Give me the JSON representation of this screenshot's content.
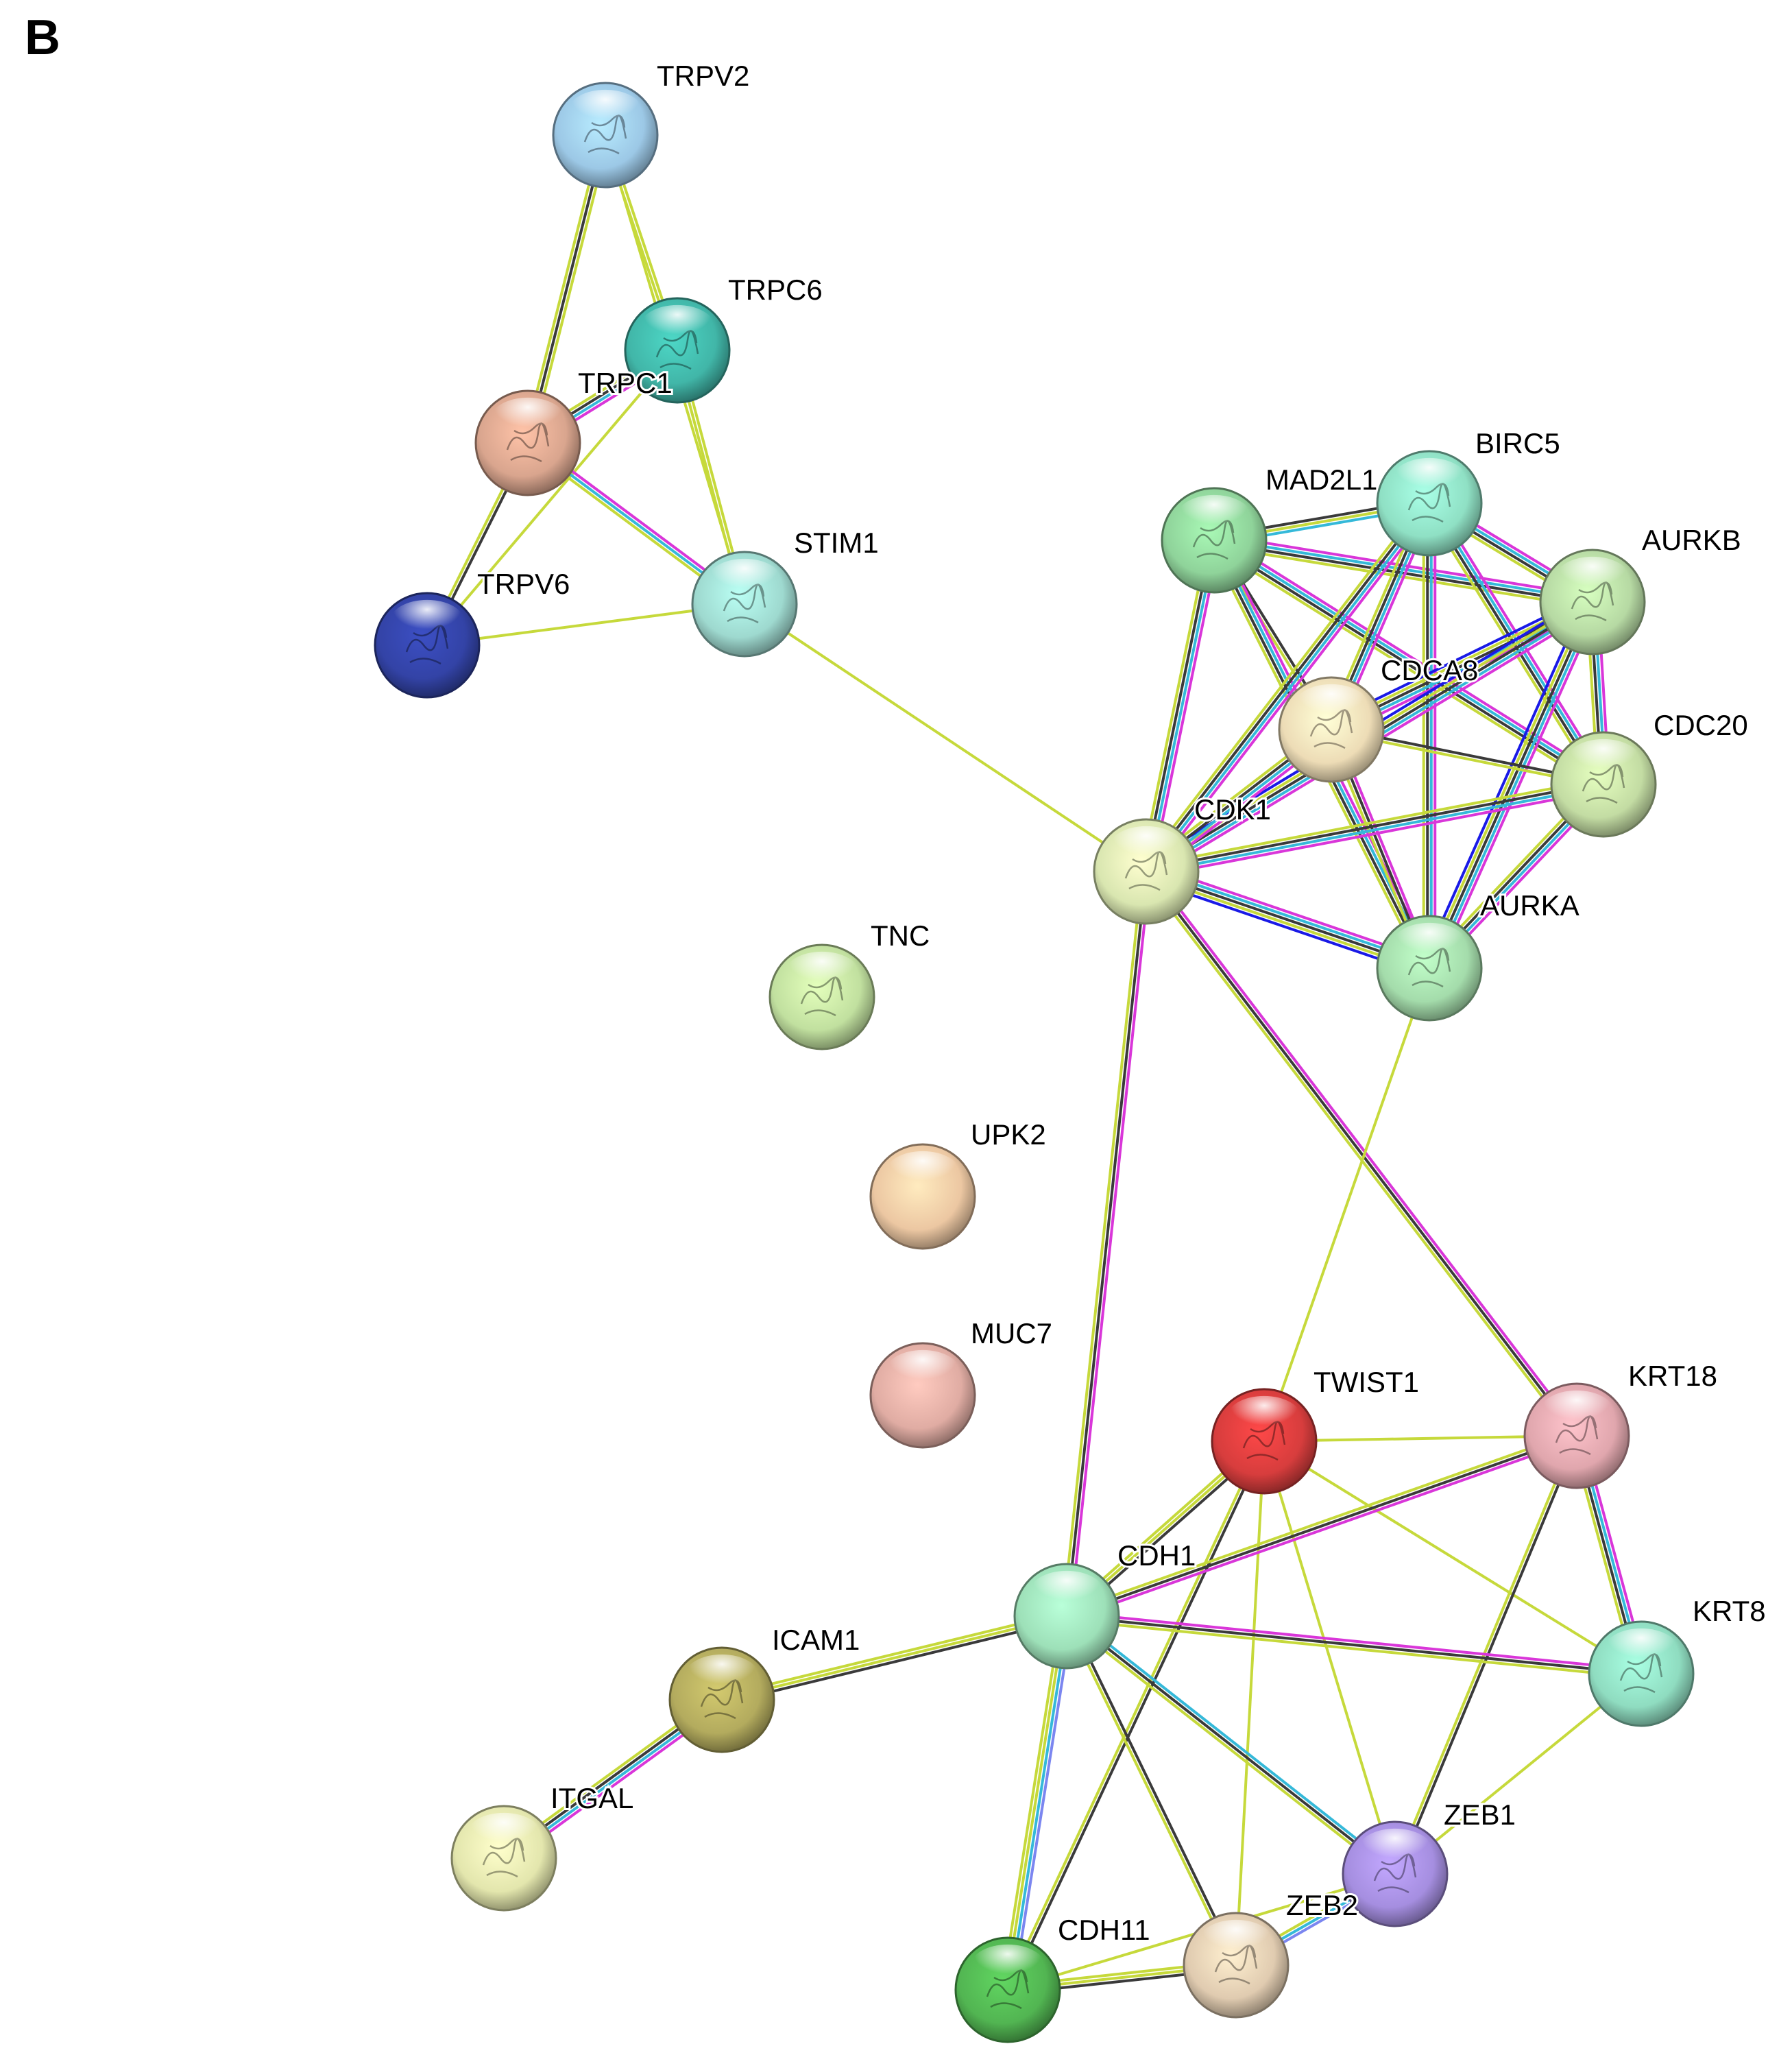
{
  "panel_letter": "B",
  "edge_colors": {
    "textmining": "#c6d93b",
    "coexpression": "#3a3a3a",
    "experiments": "#d936d9",
    "databases": "#35b9d9",
    "homology": "#7b86f0",
    "cooccurrence": "#1a1ae6"
  },
  "nodes": [
    {
      "id": "TRPV2",
      "label": "TRPV2",
      "color": "#9cc8e6",
      "structure": true
    },
    {
      "id": "TRPC6",
      "label": "TRPC6",
      "color": "#41b6a8",
      "structure": true
    },
    {
      "id": "TRPC1",
      "label": "TRPC1",
      "color": "#d9a58e",
      "structure": true
    },
    {
      "id": "TRPV6",
      "label": "TRPV6",
      "color": "#3343a6",
      "structure": true
    },
    {
      "id": "STIM1",
      "label": "STIM1",
      "color": "#9ed9cf",
      "structure": true
    },
    {
      "id": "MAD2L1",
      "label": "MAD2L1",
      "color": "#8fd39a",
      "structure": true
    },
    {
      "id": "BIRC5",
      "label": "BIRC5",
      "color": "#8fe0c4",
      "structure": true
    },
    {
      "id": "AURKB",
      "label": "AURKB",
      "color": "#b6d9a3",
      "structure": true
    },
    {
      "id": "CDCA8",
      "label": "CDCA8",
      "color": "#eddcb6",
      "structure": true
    },
    {
      "id": "CDC20",
      "label": "CDC20",
      "color": "#c3dca3",
      "structure": true
    },
    {
      "id": "CDK1",
      "label": "CDK1",
      "color": "#d9e6b0",
      "structure": true
    },
    {
      "id": "AURKA",
      "label": "AURKA",
      "color": "#a4dcab",
      "structure": true
    },
    {
      "id": "TNC",
      "label": "TNC",
      "color": "#c1e09f",
      "structure": true
    },
    {
      "id": "UPK2",
      "label": "UPK2",
      "color": "#ecc7a2",
      "structure": false
    },
    {
      "id": "MUC7",
      "label": "MUC7",
      "color": "#e0aca3",
      "structure": false
    },
    {
      "id": "TWIST1",
      "label": "TWIST1",
      "color": "#d73d3d",
      "structure": true
    },
    {
      "id": "KRT18",
      "label": "KRT18",
      "color": "#e0a6ad",
      "structure": true
    },
    {
      "id": "CDH1",
      "label": "CDH1",
      "color": "#9de0b8",
      "structure": false
    },
    {
      "id": "KRT8",
      "label": "KRT8",
      "color": "#8fdcc0",
      "structure": true
    },
    {
      "id": "ICAM1",
      "label": "ICAM1",
      "color": "#b3ab5e",
      "structure": true
    },
    {
      "id": "ITGAL",
      "label": "ITGAL",
      "color": "#e3e6ad",
      "structure": true
    },
    {
      "id": "ZEB1",
      "label": "ZEB1",
      "color": "#a58ee0",
      "structure": true
    },
    {
      "id": "ZEB2",
      "label": "ZEB2",
      "color": "#e0cbb0",
      "structure": true
    },
    {
      "id": "CDH11",
      "label": "CDH11",
      "color": "#52b552",
      "structure": true
    }
  ],
  "edges": [
    {
      "source": "TRPV2",
      "target": "TRPC1",
      "types": [
        "textmining",
        "coexpression",
        "textmining"
      ]
    },
    {
      "source": "TRPV2",
      "target": "TRPC6",
      "types": [
        "textmining",
        "textmining"
      ]
    },
    {
      "source": "TRPV2",
      "target": "STIM1",
      "types": [
        "textmining"
      ]
    },
    {
      "source": "TRPC6",
      "target": "TRPC1",
      "types": [
        "experiments",
        "databases",
        "coexpression",
        "textmining"
      ]
    },
    {
      "source": "TRPC6",
      "target": "STIM1",
      "types": [
        "textmining",
        "textmining"
      ]
    },
    {
      "source": "TRPC6",
      "target": "TRPV6",
      "types": [
        "textmining"
      ]
    },
    {
      "source": "TRPC1",
      "target": "TRPV6",
      "types": [
        "coexpression",
        "textmining"
      ]
    },
    {
      "source": "TRPC1",
      "target": "STIM1",
      "types": [
        "experiments",
        "databases",
        "textmining"
      ]
    },
    {
      "source": "TRPV6",
      "target": "STIM1",
      "types": [
        "textmining"
      ]
    },
    {
      "source": "STIM1",
      "target": "CDK1",
      "types": [
        "textmining"
      ]
    },
    {
      "source": "MAD2L1",
      "target": "BIRC5",
      "types": [
        "coexpression",
        "textmining",
        "databases"
      ]
    },
    {
      "source": "MAD2L1",
      "target": "AURKB",
      "types": [
        "experiments",
        "databases",
        "coexpression",
        "textmining"
      ]
    },
    {
      "source": "MAD2L1",
      "target": "CDCA8",
      "types": [
        "coexpression",
        "textmining"
      ]
    },
    {
      "source": "MAD2L1",
      "target": "CDC20",
      "types": [
        "experiments",
        "databases",
        "coexpression",
        "textmining"
      ]
    },
    {
      "source": "MAD2L1",
      "target": "CDK1",
      "types": [
        "experiments",
        "databases",
        "coexpression",
        "textmining"
      ]
    },
    {
      "source": "MAD2L1",
      "target": "AURKA",
      "types": [
        "experiments",
        "databases",
        "coexpression",
        "textmining"
      ]
    },
    {
      "source": "BIRC5",
      "target": "AURKB",
      "types": [
        "experiments",
        "databases",
        "coexpression",
        "textmining"
      ]
    },
    {
      "source": "BIRC5",
      "target": "CDCA8",
      "types": [
        "experiments",
        "databases",
        "coexpression",
        "textmining"
      ]
    },
    {
      "source": "BIRC5",
      "target": "CDC20",
      "types": [
        "experiments",
        "databases",
        "coexpression",
        "textmining"
      ]
    },
    {
      "source": "BIRC5",
      "target": "CDK1",
      "types": [
        "experiments",
        "databases",
        "coexpression",
        "textmining"
      ]
    },
    {
      "source": "BIRC5",
      "target": "AURKA",
      "types": [
        "experiments",
        "databases",
        "coexpression",
        "textmining"
      ]
    },
    {
      "source": "AURKB",
      "target": "CDCA8",
      "types": [
        "experiments",
        "databases",
        "coexpression",
        "textmining",
        "cooccurrence"
      ]
    },
    {
      "source": "AURKB",
      "target": "CDC20",
      "types": [
        "experiments",
        "databases",
        "coexpression",
        "textmining"
      ]
    },
    {
      "source": "AURKB",
      "target": "CDK1",
      "types": [
        "experiments",
        "databases",
        "coexpression",
        "textmining",
        "cooccurrence"
      ]
    },
    {
      "source": "AURKB",
      "target": "AURKA",
      "types": [
        "experiments",
        "databases",
        "coexpression",
        "textmining",
        "cooccurrence"
      ]
    },
    {
      "source": "CDCA8",
      "target": "CDC20",
      "types": [
        "coexpression",
        "textmining"
      ]
    },
    {
      "source": "CDCA8",
      "target": "CDK1",
      "types": [
        "experiments",
        "databases",
        "coexpression",
        "textmining"
      ]
    },
    {
      "source": "CDCA8",
      "target": "AURKA",
      "types": [
        "experiments",
        "coexpression",
        "textmining"
      ]
    },
    {
      "source": "CDC20",
      "target": "CDK1",
      "types": [
        "experiments",
        "databases",
        "coexpression",
        "textmining"
      ]
    },
    {
      "source": "CDC20",
      "target": "AURKA",
      "types": [
        "experiments",
        "databases",
        "coexpression",
        "textmining"
      ]
    },
    {
      "source": "CDK1",
      "target": "AURKA",
      "types": [
        "experiments",
        "databases",
        "coexpression",
        "textmining",
        "cooccurrence"
      ]
    },
    {
      "source": "CDK1",
      "target": "CDH1",
      "types": [
        "experiments",
        "coexpression",
        "textmining"
      ]
    },
    {
      "source": "CDK1",
      "target": "KRT18",
      "types": [
        "experiments",
        "coexpression",
        "textmining"
      ]
    },
    {
      "source": "AURKA",
      "target": "TWIST1",
      "types": [
        "textmining"
      ]
    },
    {
      "source": "TWIST1",
      "target": "KRT18",
      "types": [
        "textmining"
      ]
    },
    {
      "source": "TWIST1",
      "target": "CDH1",
      "types": [
        "coexpression",
        "textmining",
        "textmining"
      ]
    },
    {
      "source": "TWIST1",
      "target": "KRT8",
      "types": [
        "textmining"
      ]
    },
    {
      "source": "TWIST1",
      "target": "ZEB1",
      "types": [
        "textmining"
      ]
    },
    {
      "source": "TWIST1",
      "target": "ZEB2",
      "types": [
        "textmining"
      ]
    },
    {
      "source": "TWIST1",
      "target": "CDH11",
      "types": [
        "coexpression",
        "textmining"
      ]
    },
    {
      "source": "KRT18",
      "target": "CDH1",
      "types": [
        "experiments",
        "coexpression",
        "textmining"
      ]
    },
    {
      "source": "KRT18",
      "target": "KRT8",
      "types": [
        "experiments",
        "databases",
        "coexpression",
        "textmining"
      ]
    },
    {
      "source": "KRT18",
      "target": "ZEB1",
      "types": [
        "coexpression",
        "textmining"
      ]
    },
    {
      "source": "CDH1",
      "target": "KRT8",
      "types": [
        "experiments",
        "coexpression",
        "textmining"
      ]
    },
    {
      "source": "CDH1",
      "target": "ZEB1",
      "types": [
        "databases",
        "coexpression",
        "textmining"
      ]
    },
    {
      "source": "CDH1",
      "target": "ZEB2",
      "types": [
        "coexpression",
        "textmining"
      ]
    },
    {
      "source": "CDH1",
      "target": "CDH11",
      "types": [
        "homology",
        "databases",
        "textmining",
        "textmining"
      ]
    },
    {
      "source": "CDH1",
      "target": "ICAM1",
      "types": [
        "coexpression",
        "textmining",
        "textmining"
      ]
    },
    {
      "source": "KRT8",
      "target": "ZEB1",
      "types": [
        "textmining"
      ]
    },
    {
      "source": "ICAM1",
      "target": "ITGAL",
      "types": [
        "experiments",
        "databases",
        "coexpression",
        "textmining"
      ]
    },
    {
      "source": "ZEB1",
      "target": "ZEB2",
      "types": [
        "homology",
        "databases",
        "textmining"
      ]
    },
    {
      "source": "ZEB2",
      "target": "CDH11",
      "types": [
        "coexpression",
        "textmining",
        "textmining"
      ]
    },
    {
      "source": "ZEB1",
      "target": "CDH11",
      "types": [
        "textmining"
      ]
    }
  ]
}
